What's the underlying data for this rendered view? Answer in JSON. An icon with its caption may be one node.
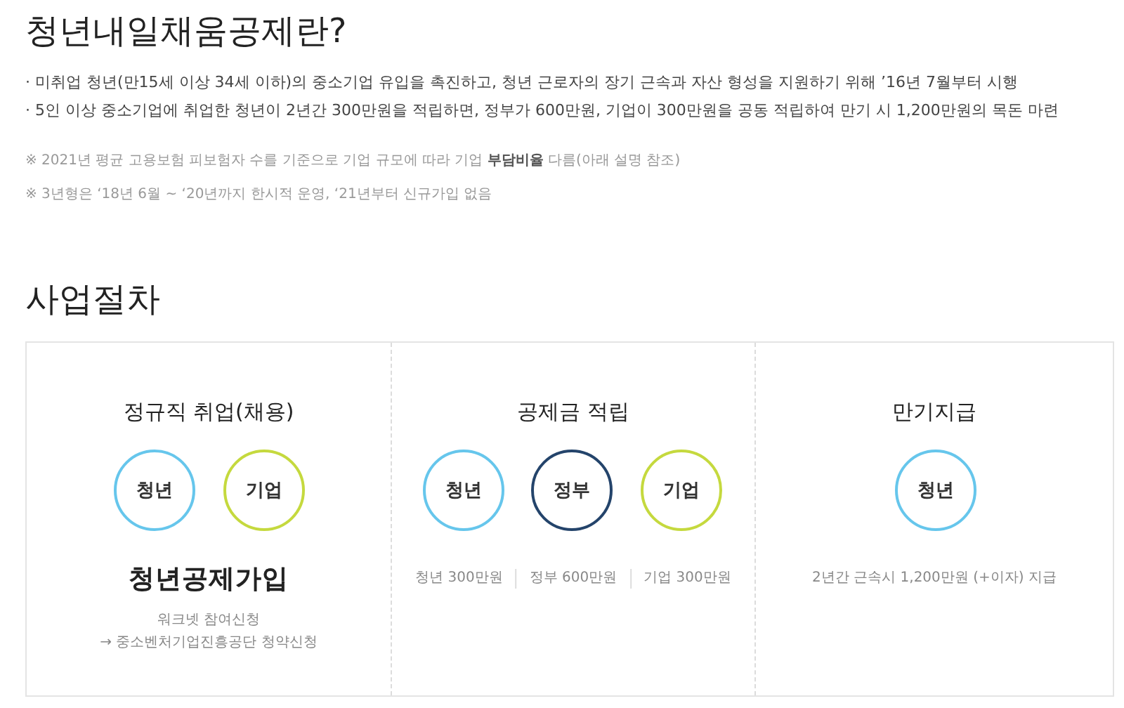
{
  "diagram": {
    "title": "청년내일채움공제란?",
    "nodes": [
      {
        "text": [
          "사업절차"
        ]
      },
      {
        "text": [
          "정규직 취업(채용)",
          "청년공제가입",
          "워크넷 참여신청",
          "→ 중소벤처기업진흥공단 청약신청"
        ],
        "in": 0
      },
      {
        "text": [
          "청년"
        ],
        "in": 1
      },
      {
        "text": [
          "기업"
        ],
        "in": 1
      },
      {
        "text": [
          "공제금 적립",
          "청년 300만원",
          "정부 600만원",
          "기업 300만원"
        ],
        "in": 0
      },
      {
        "text": [
          "청년"
        ],
        "in": 4
      },
      {
        "text": [
          "정부"
        ],
        "in": 4
      },
      {
        "text": [
          "기업"
        ],
        "in": 4
      },
      {
        "text": [
          "만기지급",
          "2년간 근속시 1,200만원 (+이자) 지급"
        ],
        "in": 0
      },
      {
        "text": [
          "청년"
        ],
        "in": 8
      }
    ],
    "labels": [
      "· 미취업 청년(만15세 이상 34세 이하)의 중소기업 유입을 촉진하고, 청년 근로자의 장기 근속과 자산 형성을 지원하기 위해 ’16년 7월부터 시행",
      "· 5인 이상 중소기업에 취업한 청년이 2년간 300만원을 적립하면, 정부가 600만원, 기업이 300만원을 공동 적립하여 만기 시 1,200만원의 목돈 마련",
      "※ 2021년 평균 고용보험 피보험자 수를 기준으로 기업 규모에 따라 기업 **부담비율** 다름(아래 설명 참조)",
      "※ 3년형은 ‘18년 6월 ~ ‘20년까지 한시적 운영, ‘21년부터 신규가입 없음"
    ]
  }
}
